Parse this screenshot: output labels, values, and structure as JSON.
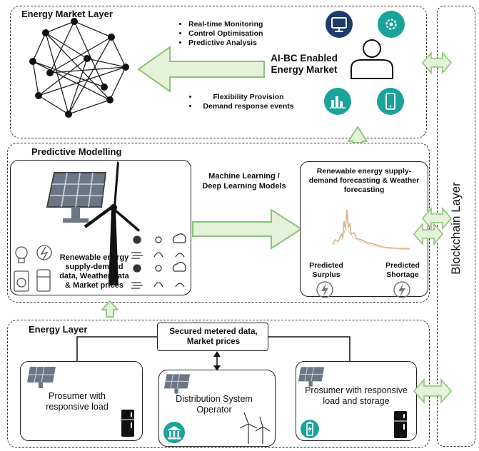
{
  "layers": {
    "market": {
      "title": "Energy Market Layer",
      "bullets_top": [
        "Real-time Monitoring",
        "Control Optimisation",
        "Predictive Analysis"
      ],
      "bullets_bottom": [
        "Flexibility Provision",
        "Demand response events"
      ],
      "market_label_line1": "AI-BC Enabled",
      "market_label_line2": "Energy Market"
    },
    "predictive": {
      "title": "Predictive Modelling",
      "inputs_label": "Renewable energy supply-demand data, Weather data  & Market prices",
      "ml_label": "Machine Learning / Deep Learning Models",
      "forecast_title": "Renewable energy supply-demand forecasting & Weather forecasting",
      "surplus_label": "Predicted Surplus",
      "shortage_label": "Predicted Shortage"
    },
    "energy": {
      "title": "Energy Layer",
      "hub_label": "Secured metered data, Market prices",
      "node_left": "Prosumer with responsive load",
      "node_center": "Distribution System Operator",
      "node_right": "Prosumer with responsive load and storage"
    },
    "blockchain": {
      "title": "Blockchain Layer"
    }
  },
  "colors": {
    "arrow_fill": "#e3f2d8",
    "arrow_stroke": "#8cc37a",
    "teal": "#1aa39b",
    "navy": "#1f3b6b"
  },
  "icons": [
    "network-graph-icon",
    "monitor-icon",
    "gear-icon",
    "user-icon",
    "analytics-icon",
    "mobile-icon",
    "solar-panel-icon",
    "wind-turbine-icon",
    "weather-icons",
    "appliance-icons",
    "forecast-chart-icon",
    "lightning-icon",
    "fridge-icon",
    "bank-icon",
    "battery-icon"
  ]
}
